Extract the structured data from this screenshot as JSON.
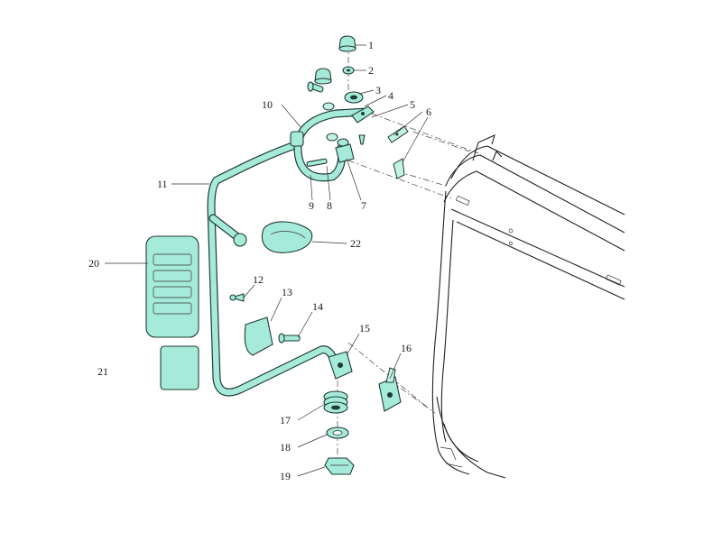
{
  "callouts": {
    "c1": "1",
    "c2": "2",
    "c3": "3",
    "c4": "4",
    "c5": "5",
    "c6": "6",
    "c7": "7",
    "c8": "8",
    "c9": "9",
    "c10": "10",
    "c11": "11",
    "c12": "12",
    "c13": "13",
    "c14": "14",
    "c15": "15",
    "c16": "16",
    "c17": "17",
    "c18": "18",
    "c19": "19",
    "c20": "20",
    "c21": "21",
    "c22": "22"
  },
  "colors": {
    "part_fill": "#a6ead9",
    "part_outline": "#1f3b36",
    "line_art": "#222222"
  }
}
